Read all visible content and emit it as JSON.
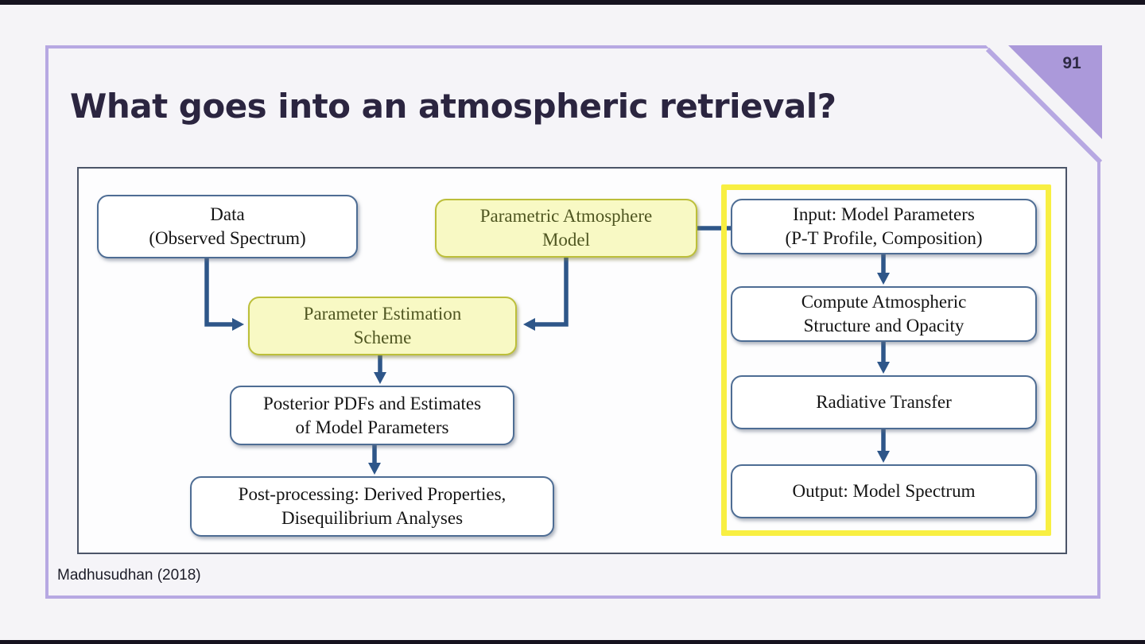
{
  "slide": {
    "page_number": "91",
    "title": "What goes into an atmospheric retrieval?",
    "citation": "Madhusudhan (2018)"
  },
  "diagram": {
    "nodes": {
      "data": "Data\n(Observed Spectrum)",
      "parametric_model": "Parametric Atmosphere\nModel",
      "estimation_scheme": "Parameter Estimation\nScheme",
      "posterior": "Posterior PDFs and Estimates\nof Model Parameters",
      "post_processing": "Post-processing: Derived Properties,\nDisequilibrium Analyses",
      "input_parameters": "Input: Model Parameters\n(P-T Profile, Composition)",
      "compute_structure": "Compute Atmospheric\nStructure and Opacity",
      "radiative_transfer": "Radiative Transfer",
      "output_spectrum": "Output: Model Spectrum"
    }
  },
  "colors": {
    "background": "#f5f4f7",
    "edge_bar": "#16131f",
    "slide_border": "#b7a8e2",
    "corner_triangle": "#ab99da",
    "title_text": "#2b2540",
    "arrow_blue": "#2e5689",
    "box_border_blue": "#4e6d94",
    "yellow_box_fill": "#f8f9c4",
    "yellow_box_border": "#bcbf3a",
    "yellow_panel_border": "#f8ef42",
    "olive_text": "#4f5621"
  }
}
